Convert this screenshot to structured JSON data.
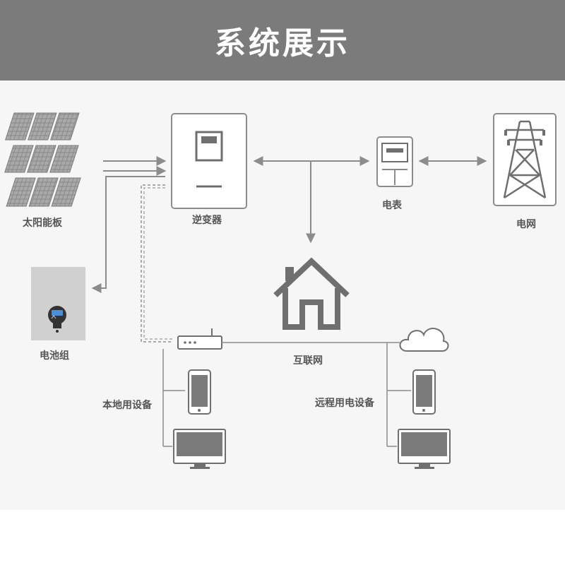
{
  "header": {
    "title": "系统展示"
  },
  "nodes": {
    "solar_panel": "太阳能板",
    "inverter": "逆变器",
    "meter": "电表",
    "grid": "电网",
    "battery": "电池组",
    "internet": "互联网",
    "local_devices": "本地用设备",
    "remote_devices": "远程用电设备"
  },
  "icons": [
    "solar-panel-icon",
    "inverter-icon",
    "meter-icon",
    "power-tower-icon",
    "battery-icon",
    "house-icon",
    "router-icon",
    "cloud-icon",
    "phone-icon",
    "monitor-icon"
  ],
  "colors": {
    "header_bg": "#7b7b7b",
    "canvas_bg": "#f6f6f6",
    "line": "#8c8c8c",
    "icon": "#6f6f6f",
    "label": "#555555"
  }
}
